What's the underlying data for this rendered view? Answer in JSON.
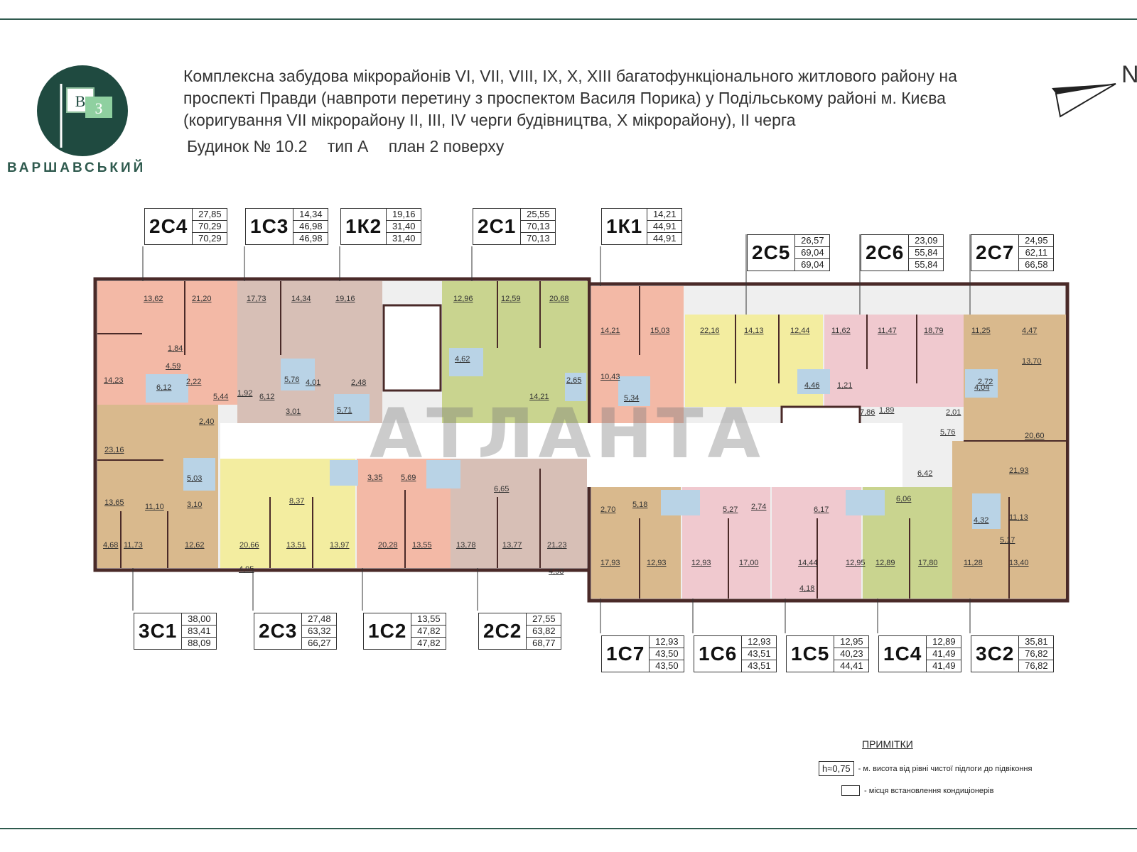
{
  "header": {
    "lines": [
      "Комплексна забудова мікрорайонів VI, VII, VIII, IX, X, XIII багатофункціонального житлового району на",
      "проспекті Правди (навпроти перетину з проспектом Василя Порика) у Подільському районі м. Києва",
      "(коригування VII мікрорайону II, III, IV черги будівництва, X мікрорайону), II черга"
    ],
    "building": "Будинок № 10.2",
    "type": "тип А",
    "plan": "план 2 поверху"
  },
  "logo": {
    "mark_letters": [
      "В",
      "З"
    ],
    "brand": "ВАРШАВСЬКИЙ"
  },
  "north_label": "N",
  "watermark": "АТЛАНТА",
  "colors": {
    "frame": "#2f5a4e",
    "pink": "#f3b9a6",
    "rose": "#f0c9cf",
    "mauve": "#d7bfb6",
    "tan": "#d9b98d",
    "yellow": "#f3eda0",
    "olive": "#c9d48f",
    "wet": "#b9d3e6",
    "corridor": "#ffffff",
    "wall": "#4a2a28"
  },
  "apartments_top": [
    {
      "code": "2С4",
      "areas": [
        "27,85",
        "70,29",
        "70,29"
      ]
    },
    {
      "code": "1С3",
      "areas": [
        "14,34",
        "46,98",
        "46,98"
      ]
    },
    {
      "code": "1К2",
      "areas": [
        "19,16",
        "31,40",
        "31,40"
      ]
    },
    {
      "code": "2С1",
      "areas": [
        "25,55",
        "70,13",
        "70,13"
      ]
    },
    {
      "code": "1К1",
      "areas": [
        "14,21",
        "44,91",
        "44,91"
      ]
    },
    {
      "code": "2С5",
      "areas": [
        "26,57",
        "69,04",
        "69,04"
      ]
    },
    {
      "code": "2С6",
      "areas": [
        "23,09",
        "55,84",
        "55,84"
      ]
    },
    {
      "code": "2С7",
      "areas": [
        "24,95",
        "62,11",
        "66,58"
      ]
    }
  ],
  "apartments_bottom": [
    {
      "code": "3С1",
      "areas": [
        "38,00",
        "83,41",
        "88,09"
      ]
    },
    {
      "code": "2С3",
      "areas": [
        "27,48",
        "63,32",
        "66,27"
      ]
    },
    {
      "code": "1С2",
      "areas": [
        "13,55",
        "47,82",
        "47,82"
      ]
    },
    {
      "code": "2С2",
      "areas": [
        "27,55",
        "63,82",
        "68,77"
      ]
    },
    {
      "code": "1С7",
      "areas": [
        "12,93",
        "43,50",
        "43,50"
      ]
    },
    {
      "code": "1С6",
      "areas": [
        "12,93",
        "43,51",
        "43,51"
      ]
    },
    {
      "code": "1С5",
      "areas": [
        "12,95",
        "40,23",
        "44,41"
      ]
    },
    {
      "code": "1С4",
      "areas": [
        "12,89",
        "41,49",
        "41,49"
      ]
    },
    {
      "code": "3С2",
      "areas": [
        "35,81",
        "76,82",
        "76,82"
      ]
    }
  ],
  "rooms": [
    "13,62",
    "21,20",
    "1,84",
    "4,59",
    "14,23",
    "6,12",
    "2,22",
    "5,44",
    "1,92",
    "17,73",
    "14,34",
    "6,12",
    "5,76",
    "3,01",
    "19,16",
    "4,01",
    "2,48",
    "5,71",
    "12,96",
    "12,59",
    "20,68",
    "4,62",
    "2,65",
    "14,21",
    "14,21",
    "15,03",
    "10,43",
    "5,34",
    "22,16",
    "14,13",
    "12,44",
    "11,62",
    "11,47",
    "18,79",
    "4,46",
    "1,21",
    "7,86",
    "1,89",
    "11,25",
    "4,47",
    "13,70",
    "2,72",
    "4,04",
    "2,01",
    "5,76",
    "20,60",
    "23,16",
    "2,40",
    "5,03",
    "3,10",
    "13,65",
    "11,10",
    "4,68",
    "11,73",
    "12,62",
    "8,37",
    "20,66",
    "13,51",
    "13,97",
    "4,95",
    "3,35",
    "5,69",
    "6,65",
    "20,28",
    "13,55",
    "13,78",
    "13,77",
    "21,23",
    "4,93",
    "6,42",
    "21,93",
    "11,13",
    "5,17",
    "4,32",
    "2,70",
    "5,18",
    "5,27",
    "2,74",
    "6,17",
    "6,06",
    "17,93",
    "12,93",
    "12,93",
    "17,00",
    "14,44",
    "12,95",
    "4,18",
    "12,89",
    "17,80",
    "11,28",
    "13,40"
  ],
  "notes": {
    "title": "ПРИМІТКИ",
    "h_label": "h≈0,75",
    "h_text": "- м. висота від рівні чистої підлоги до підвіконня",
    "ac_text": "- місця встановлення кондиціонерів"
  }
}
